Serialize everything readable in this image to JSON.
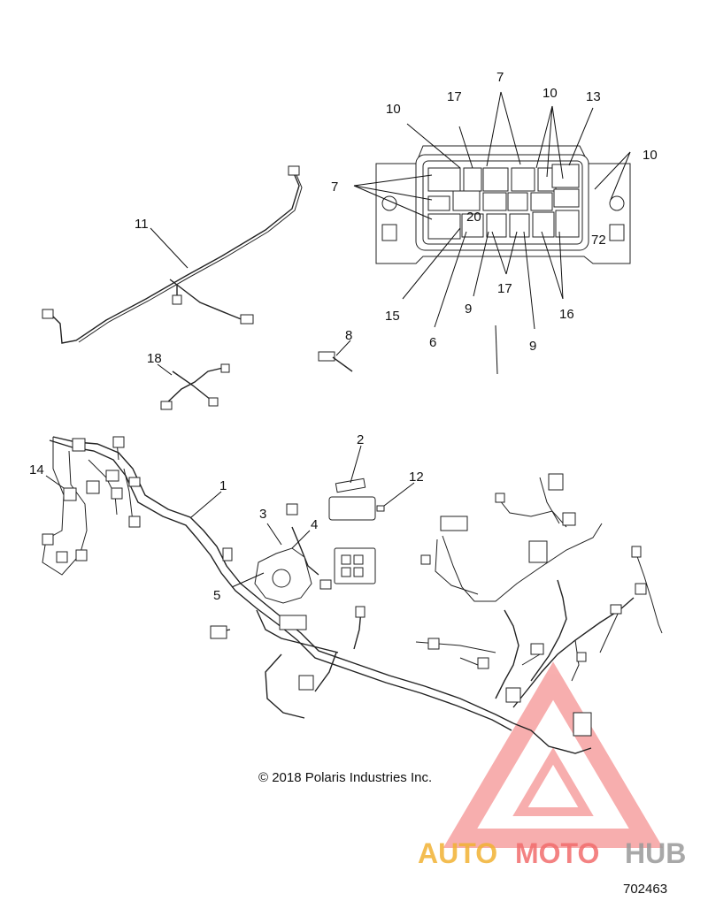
{
  "callouts": {
    "c1": "1",
    "c2": "2",
    "c3": "3",
    "c4": "4",
    "c5": "5",
    "c6": "6",
    "c7a": "7",
    "c7b": "7",
    "c8": "8",
    "c9a": "9",
    "c9b": "9",
    "c10a": "10",
    "c10b": "10",
    "c10c": "10",
    "c11": "11",
    "c12": "12",
    "c13": "13",
    "c14": "14",
    "c15": "15",
    "c16": "16",
    "c17a": "17",
    "c17b": "17",
    "c18": "18"
  },
  "fuse_label": "20",
  "box_mark": "72",
  "copyright": "© 2018 Polaris Industries Inc.",
  "doc_number": "702463",
  "watermark": {
    "part1": "AUTO",
    "part2": "MOTO",
    "part3": "HUB"
  },
  "colors": {
    "line": "#111111",
    "wm_orange": "#f2b233",
    "wm_red": "#f26d6d",
    "wm_gray": "#9a9a9a"
  }
}
